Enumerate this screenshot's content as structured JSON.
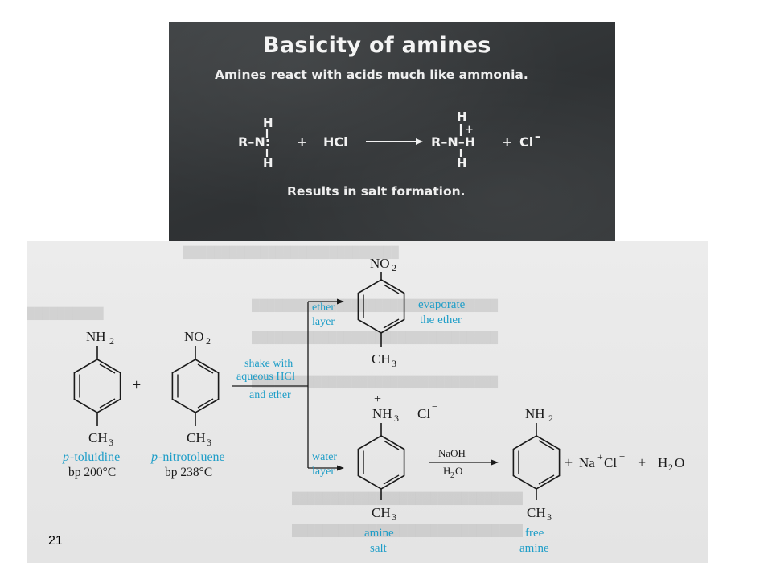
{
  "board": {
    "title": "Basicity of amines",
    "subtitle": "Amines react with acids much like ammonia.",
    "equation": {
      "reactant_left": "R–N:",
      "h": "H",
      "plus": "+",
      "hcl": "HCl",
      "product_left": "R–N–H",
      "chloride": "Cl",
      "minus": "–"
    },
    "footer": "Results in salt formation."
  },
  "diagram": {
    "p_toluidine": {
      "top_group": "NH",
      "top_sub": "2",
      "bottom_group": "CH",
      "bottom_sub": "3",
      "name_prefix": "p",
      "name": "-toluidine",
      "bp": "bp 200°C"
    },
    "plus": "+",
    "p_nitrotoluene": {
      "top_group": "NO",
      "top_sub": "2",
      "bottom_group": "CH",
      "bottom_sub": "3",
      "name_prefix": "p",
      "name": "-nitrotoluene",
      "bp": "bp 238°C"
    },
    "shake_label": [
      "shake with",
      "aqueous HCl",
      "and ether"
    ],
    "ether_branch": {
      "label": [
        "ether",
        "layer"
      ],
      "compound_top": "NO",
      "compound_top_sub": "2",
      "compound_bottom": "CH",
      "compound_bottom_sub": "3",
      "note": [
        "evaporate",
        "the ether"
      ]
    },
    "ammonium": {
      "charge": "+",
      "group": "NH",
      "group_sub": "3",
      "counter": "Cl",
      "counter_sup": "−"
    },
    "water_branch": {
      "label": [
        "water",
        "layer"
      ],
      "compound_bottom": "CH",
      "compound_bottom_sub": "3",
      "note": [
        "amine",
        "salt"
      ]
    },
    "reagent": {
      "above": "NaOH",
      "below_prefix": "H",
      "below_sub": "2",
      "below_suffix": "O"
    },
    "free_amine": {
      "top_group": "NH",
      "top_sub": "2",
      "bottom_group": "CH",
      "bottom_sub": "3",
      "note": [
        "free",
        "amine"
      ]
    },
    "byproducts": {
      "plus1": "+",
      "na": "Na",
      "na_sup": "+",
      "cl": "Cl",
      "cl_sup": "−",
      "plus2": "+",
      "water_h": "H",
      "water_sub": "2",
      "water_o": "O"
    }
  },
  "slide_number": "21"
}
